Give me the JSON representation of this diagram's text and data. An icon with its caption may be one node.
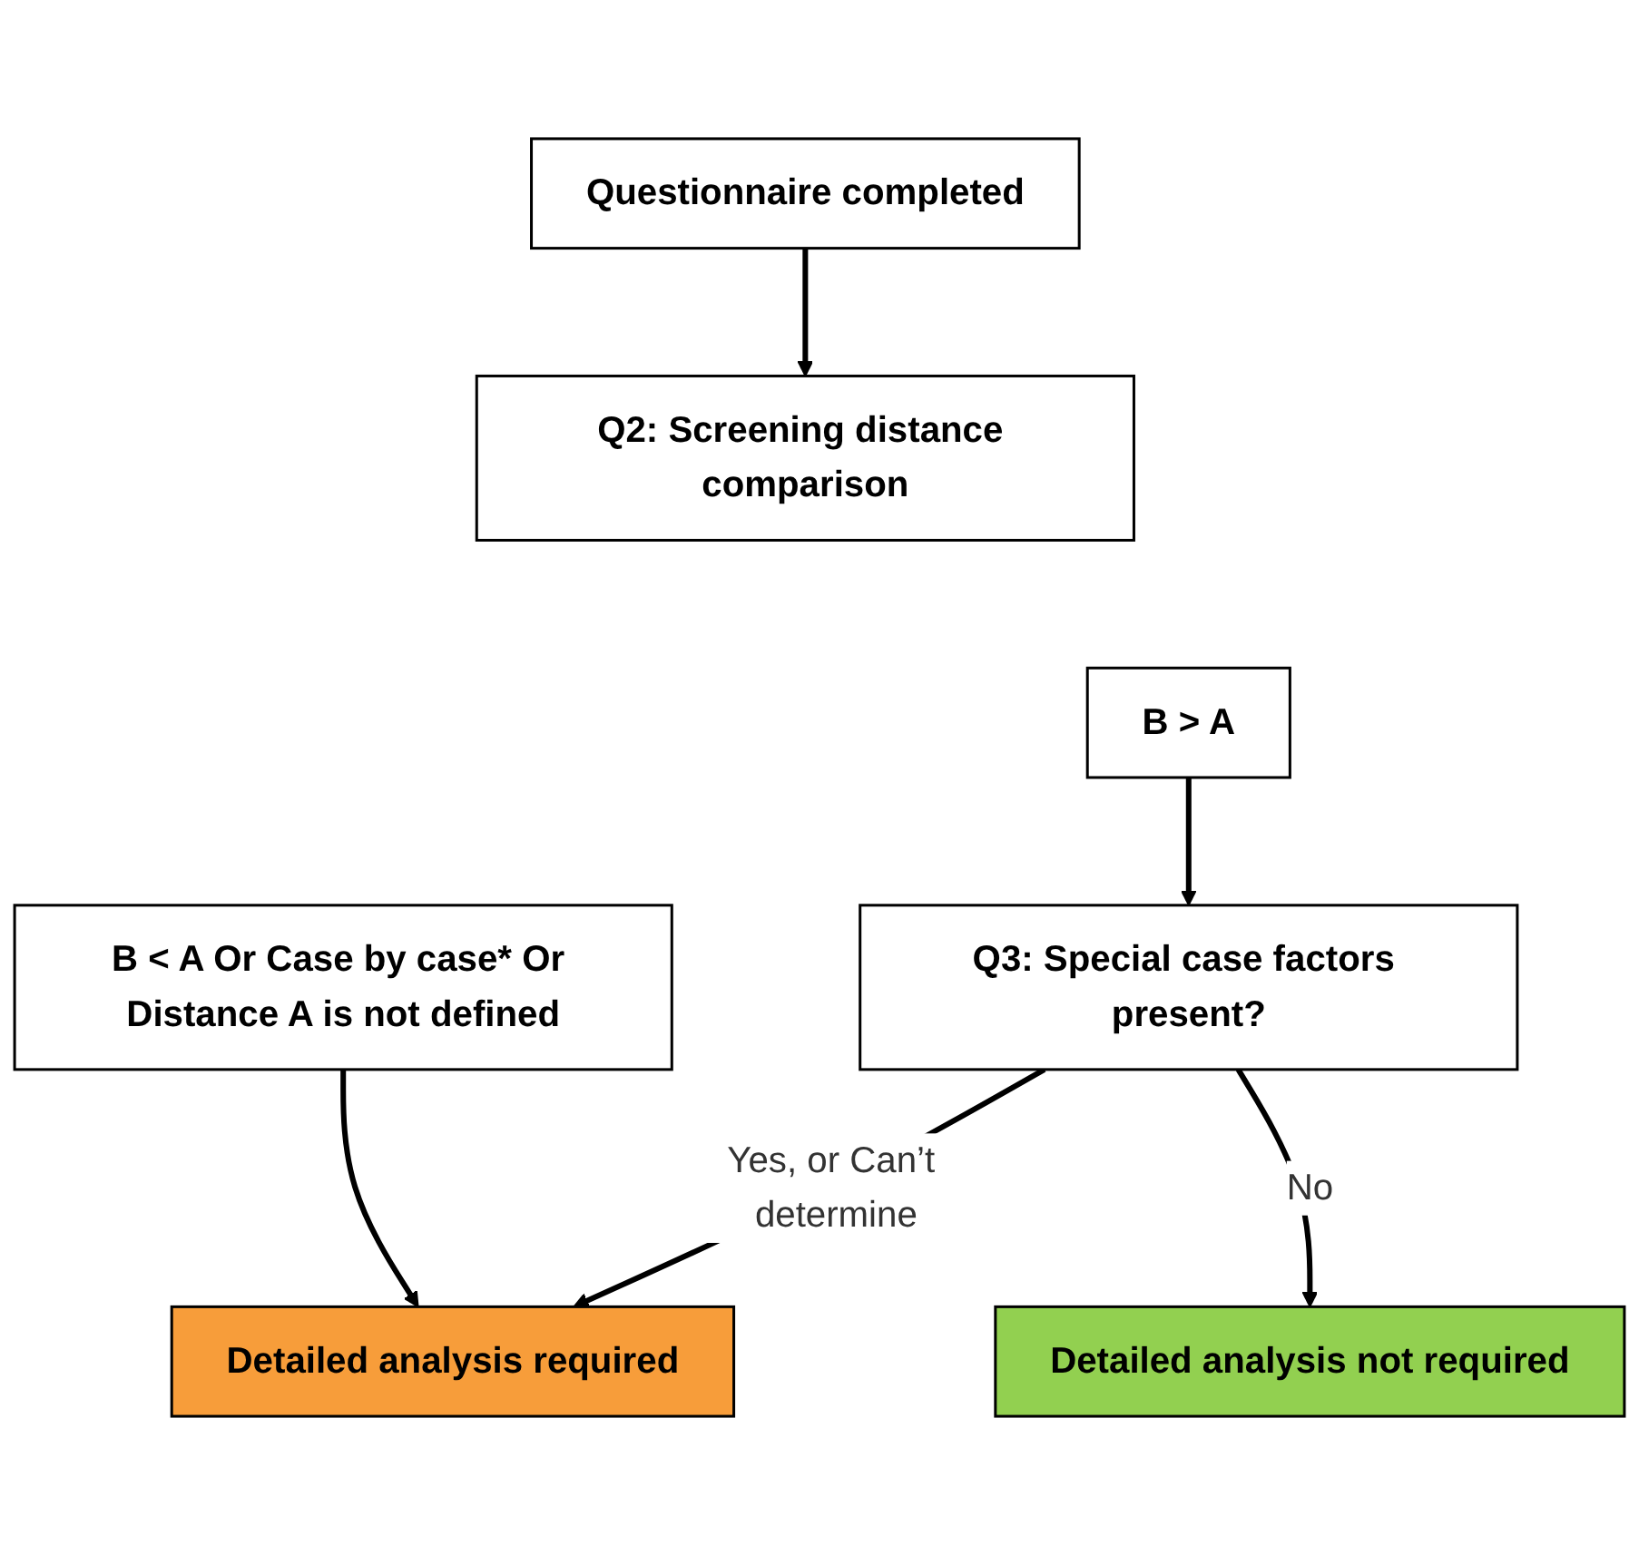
{
  "diagram": {
    "nodes": [
      {
        "text": [
          "Questionnaire completed"
        ]
      },
      {
        "text": [
          "Q2: Screening distance comparison"
        ]
      },
      {
        "text": [
          "B < A Or Case by case* Or Distance A is not defined"
        ]
      },
      {
        "text": [
          "B > A"
        ]
      },
      {
        "text": [
          "Q3: Special case factors present?"
        ]
      },
      {
        "text": [
          "Detailed analysis required"
        ]
      },
      {
        "text": [
          "Detailed analysis not required"
        ]
      }
    ],
    "edges": [
      {
        "from": 0,
        "to": 1,
        "arrow": "to"
      },
      {
        "from": 2,
        "to": 5,
        "arrow": "to"
      },
      {
        "from": 3,
        "to": 4,
        "arrow": "to"
      },
      {
        "from": 4,
        "to": 5,
        "arrow": "to",
        "label": "Yes, or Can’t determine"
      },
      {
        "from": 4,
        "to": 6,
        "arrow": "to",
        "label": "No"
      }
    ]
  }
}
